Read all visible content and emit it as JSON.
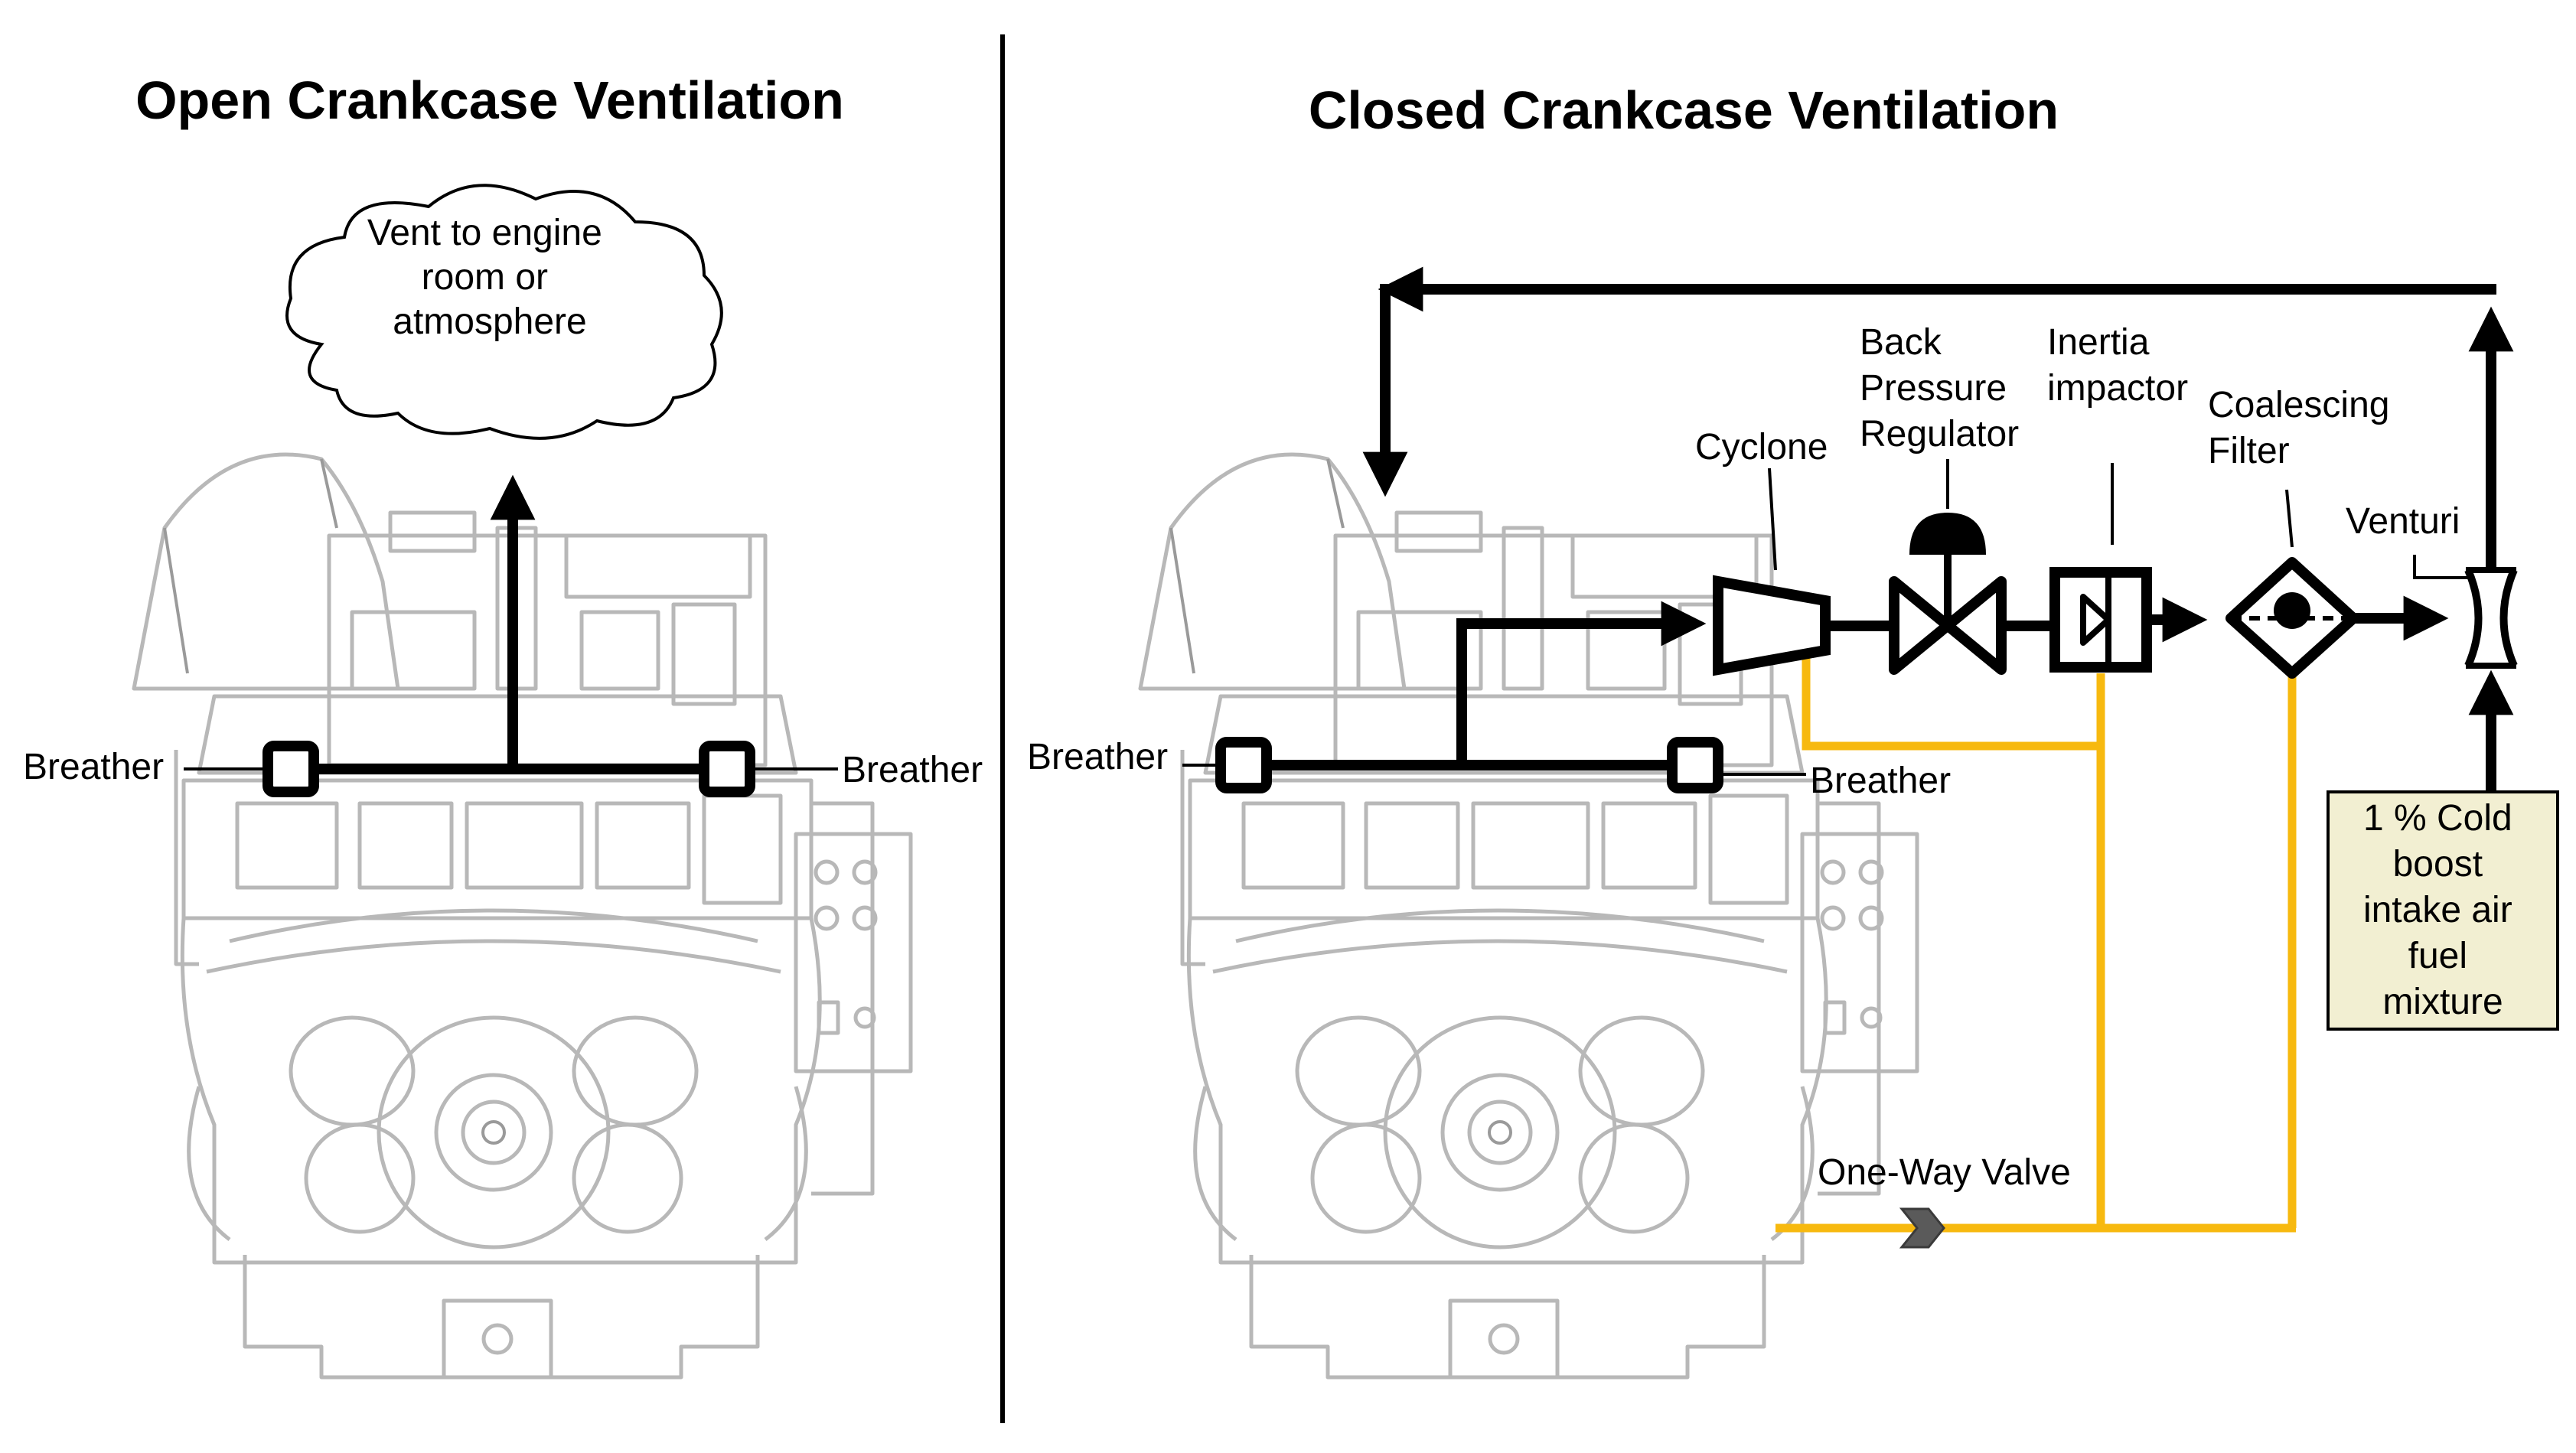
{
  "left_panel": {
    "title": "Open Crankcase Ventilation",
    "cloud_text": [
      "Vent to engine",
      "room or",
      "atmosphere"
    ],
    "breather_left": "Breather",
    "breather_right": "Breather"
  },
  "right_panel": {
    "title": "Closed Crankcase Ventilation",
    "breather_left": "Breather",
    "breather_right": "Breather",
    "components": {
      "cyclone": "Cyclone",
      "back_pressure_regulator": [
        "Back",
        "Pressure",
        "Regulator"
      ],
      "inertia_impactor": [
        "Inertia",
        "impactor"
      ],
      "coalescing_filter": [
        "Coalescing",
        "Filter"
      ],
      "venturi": "Venturi",
      "one_way_valve": "One-Way Valve"
    },
    "boost_box": [
      "1 % Cold",
      "boost",
      "intake air",
      "fuel",
      "mixture"
    ]
  },
  "colors": {
    "flow_line": "#000000",
    "drain_line": "#f7b90f",
    "engine_outline": "#b8b8b8",
    "boost_box_fill": "#f2efd2",
    "divider": "#000000"
  }
}
